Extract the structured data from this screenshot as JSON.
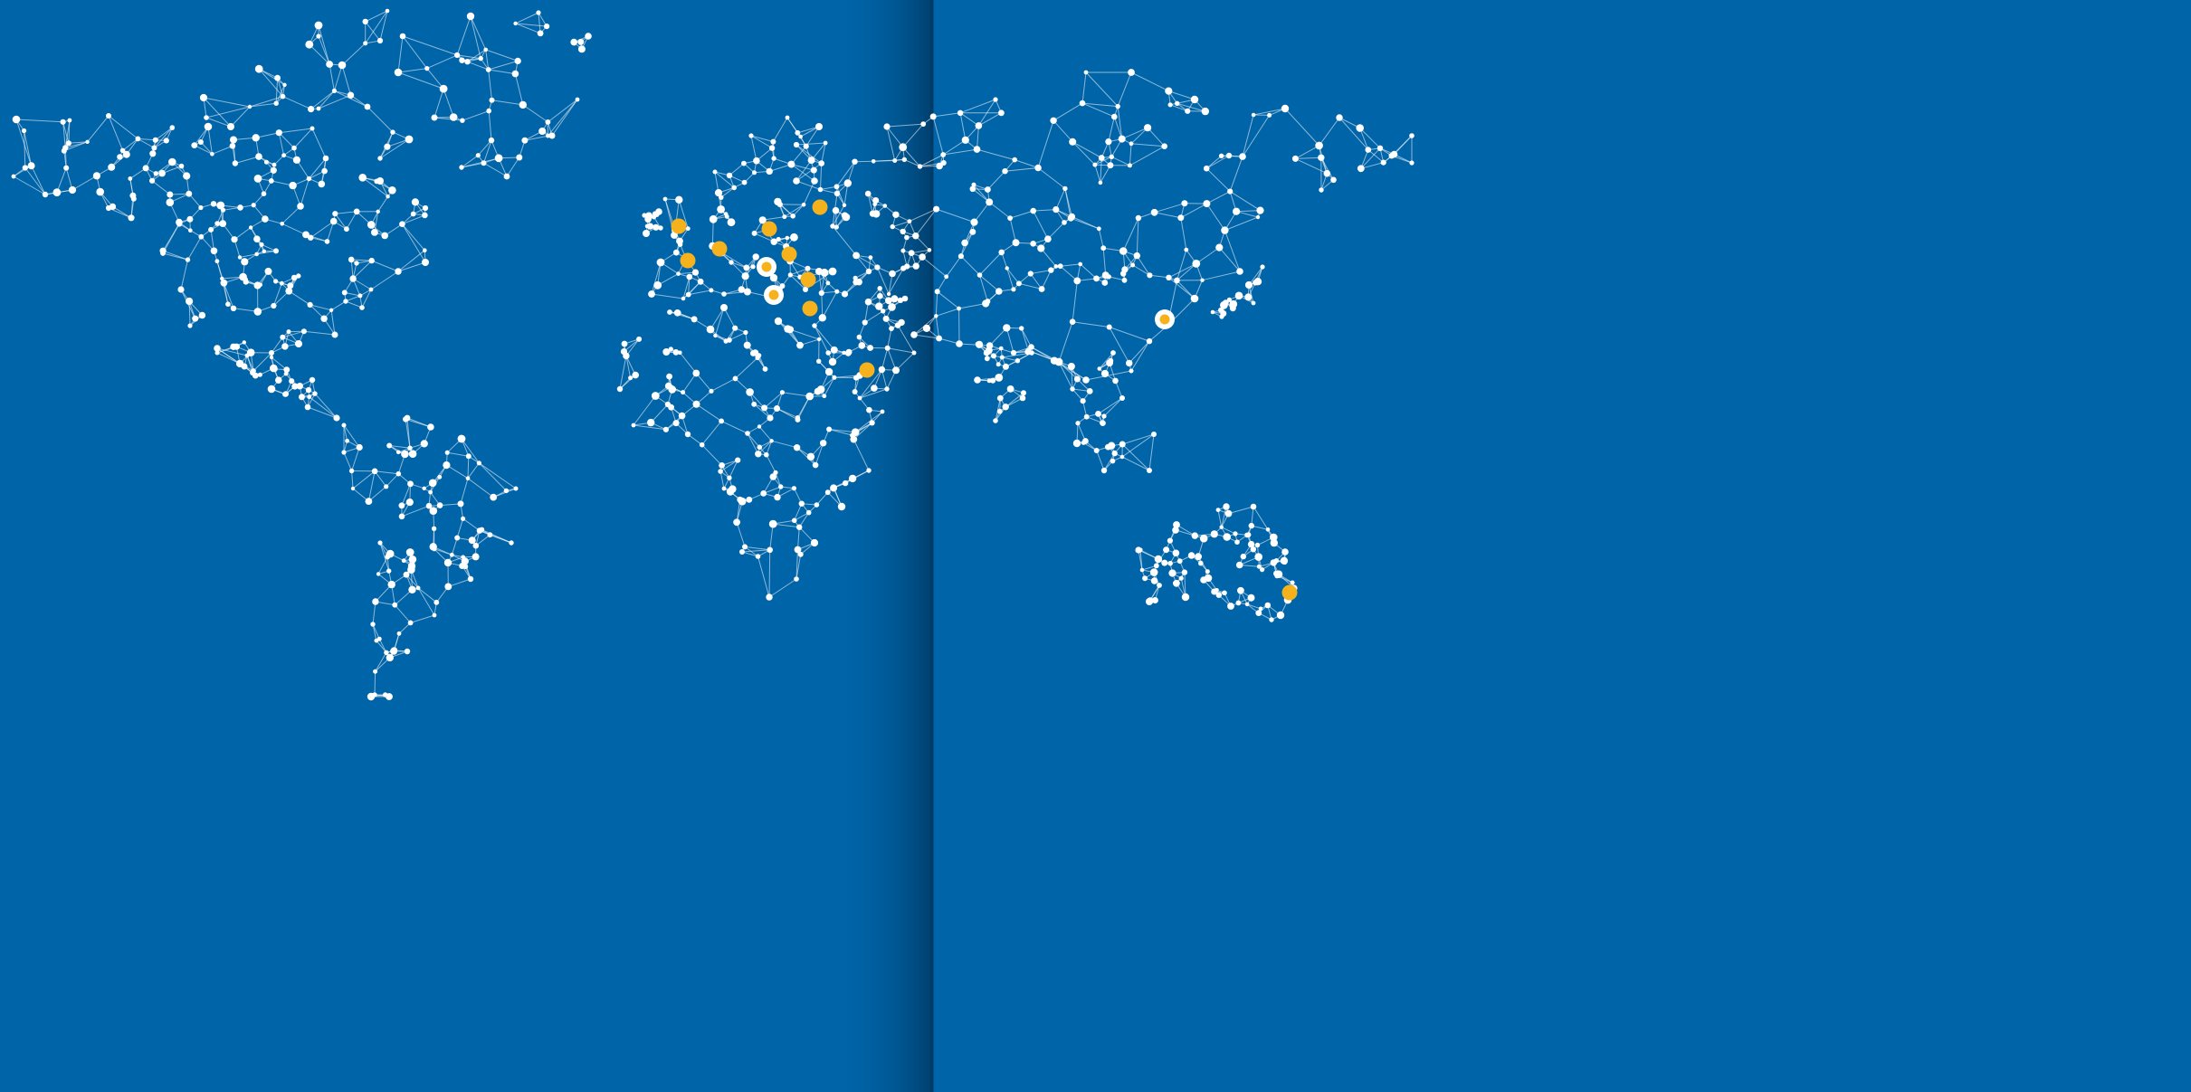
{
  "colors": {
    "background": "#0064a8",
    "fold_shadow": "#004f86",
    "network": "#ffffff",
    "office_marker": "#f5b21c",
    "hq_marker_ring": "#ffffff"
  },
  "legend": {
    "network_icon": "network-node-icon",
    "office_icon": "office-dot-icon",
    "hq_icon": "highlighted-office-icon"
  },
  "regions": [
    {
      "name": "north-america"
    },
    {
      "name": "greenland"
    },
    {
      "name": "arctic-islands"
    },
    {
      "name": "central-america"
    },
    {
      "name": "south-america"
    },
    {
      "name": "iceland"
    },
    {
      "name": "europe"
    },
    {
      "name": "africa"
    },
    {
      "name": "middle-east"
    },
    {
      "name": "asia"
    },
    {
      "name": "india"
    },
    {
      "name": "southeast-asia"
    },
    {
      "name": "japan"
    },
    {
      "name": "australia"
    }
  ],
  "markers": [
    {
      "kind": "office",
      "label": ""
    },
    {
      "kind": "office",
      "label": ""
    },
    {
      "kind": "office",
      "label": ""
    },
    {
      "kind": "office",
      "label": ""
    },
    {
      "kind": "office",
      "label": ""
    },
    {
      "kind": "office",
      "label": ""
    },
    {
      "kind": "office",
      "label": ""
    },
    {
      "kind": "office",
      "label": ""
    },
    {
      "kind": "office",
      "label": ""
    },
    {
      "kind": "office",
      "label": ""
    },
    {
      "kind": "highlighted",
      "label": ""
    },
    {
      "kind": "highlighted",
      "label": ""
    },
    {
      "kind": "highlighted",
      "label": ""
    }
  ]
}
